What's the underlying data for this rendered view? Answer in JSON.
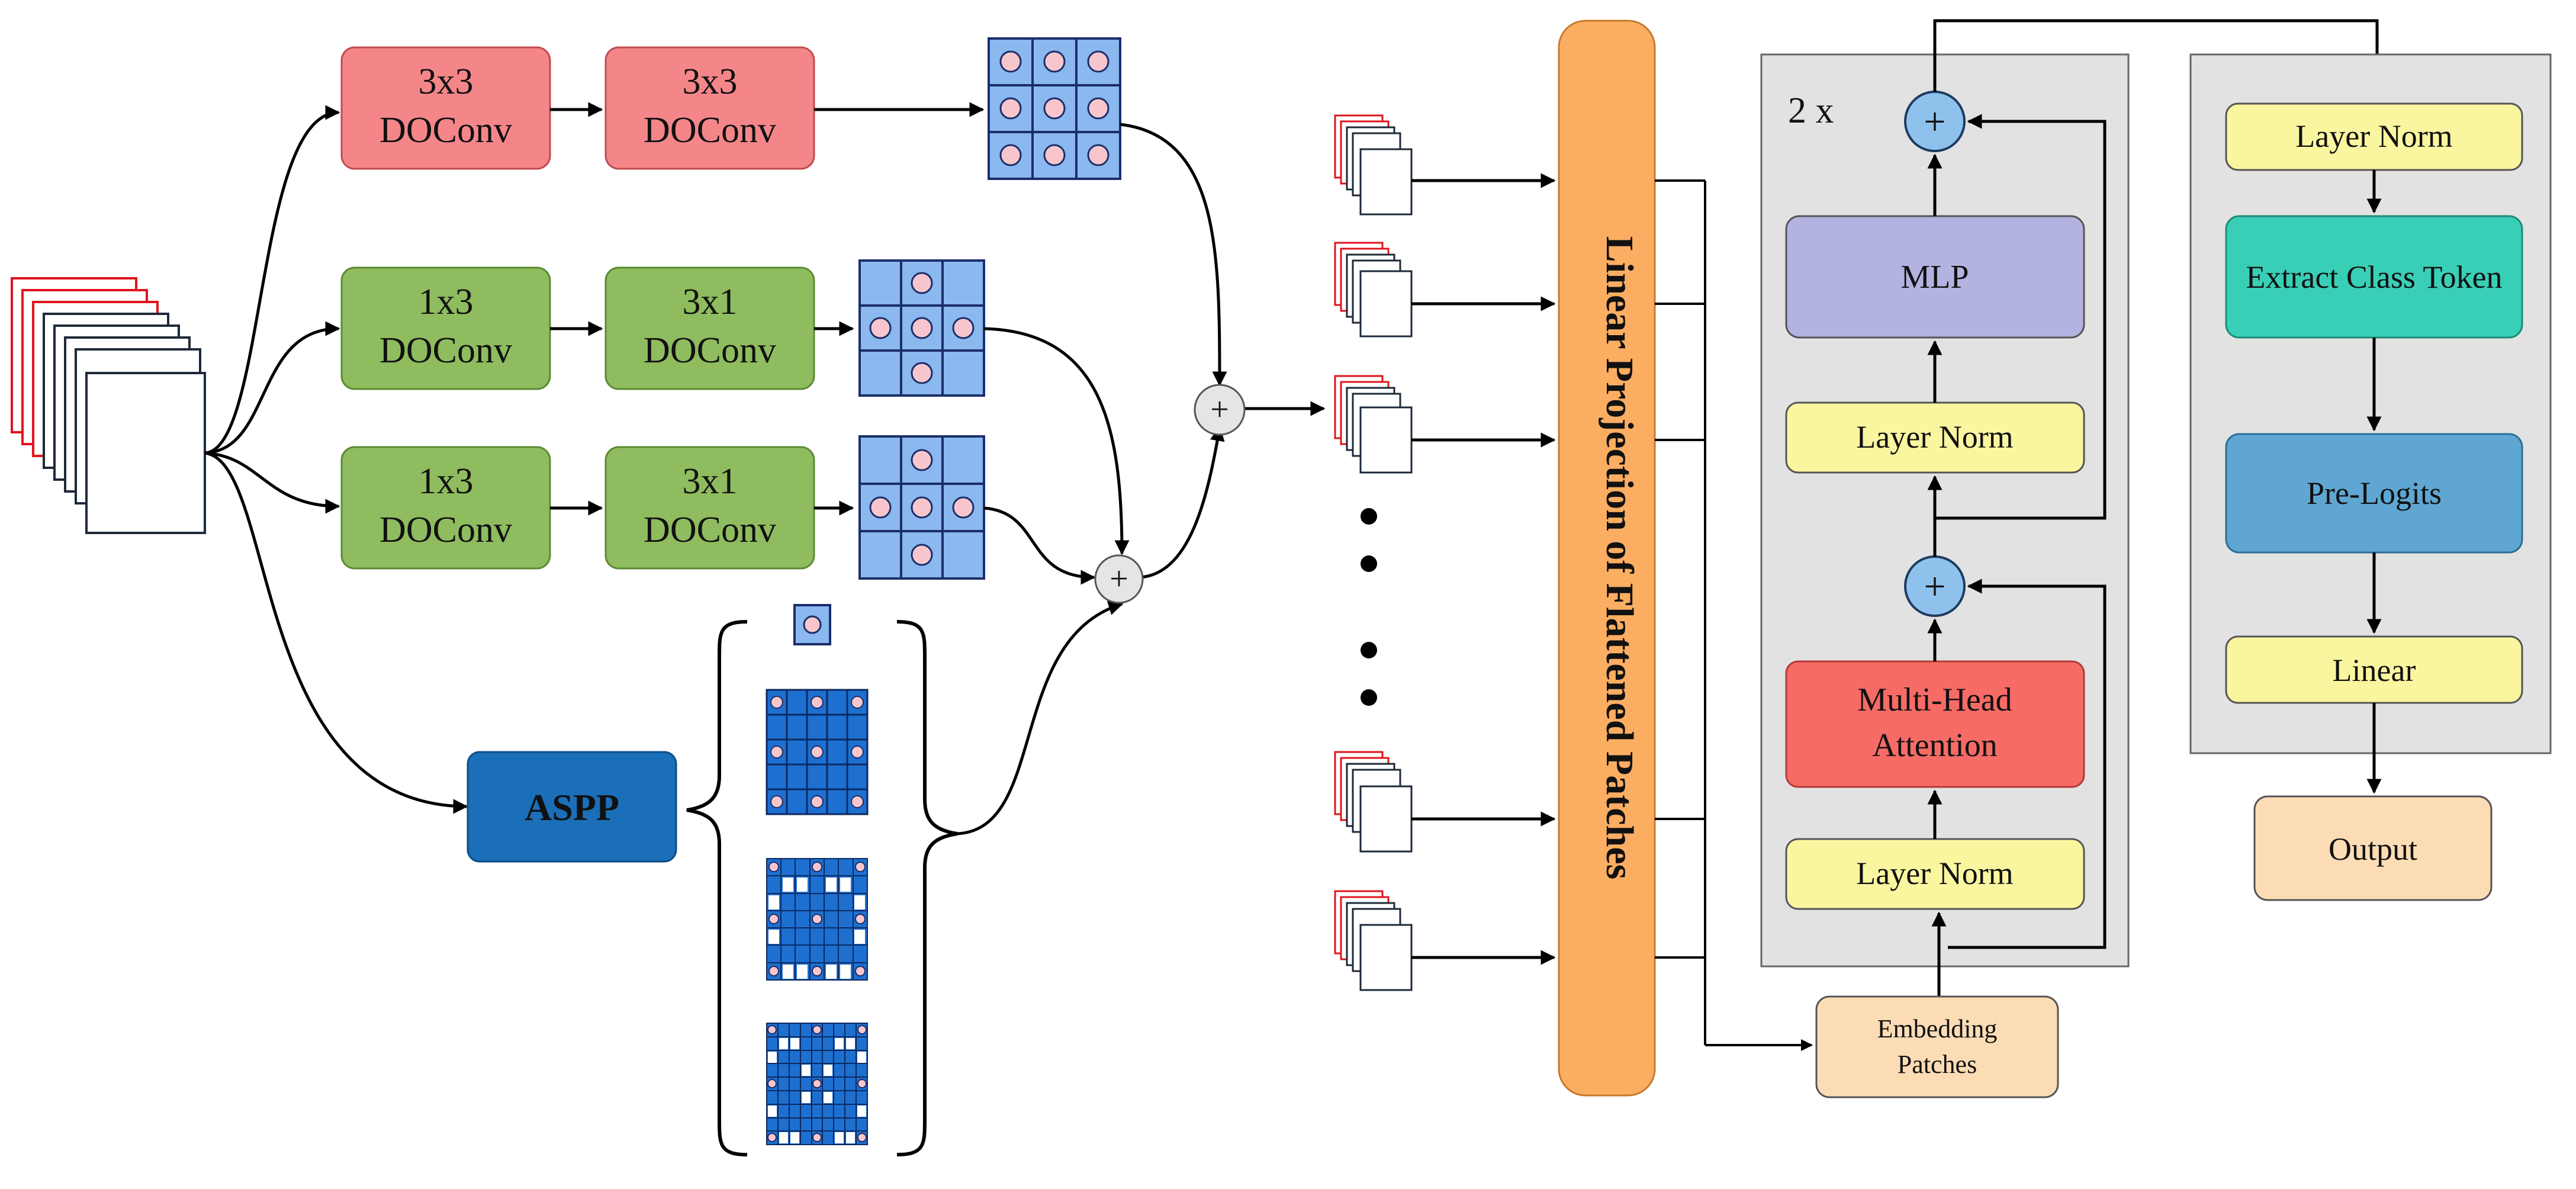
{
  "conv_branches": {
    "b1_conv1": [
      "3x3",
      "DOConv"
    ],
    "b1_conv2": [
      "3x3",
      "DOConv"
    ],
    "b2_conv1": [
      "1x3",
      "DOConv"
    ],
    "b2_conv2": [
      "3x1",
      "DOConv"
    ],
    "b3_conv1": [
      "1x3",
      "DOConv"
    ],
    "b3_conv2": [
      "3x1",
      "DOConv"
    ]
  },
  "aspp_label": "ASPP",
  "plus_symbol": "+",
  "linear_projection": "Linear Projection of Flattened Patches",
  "embedding_patches": [
    "Embedding",
    "Patches"
  ],
  "encoder": {
    "repeat": "2 x",
    "mlp": "MLP",
    "layer_norm_top": "Layer Norm",
    "attention": [
      "Multi-Head",
      "Attention"
    ],
    "layer_norm_bottom": "Layer Norm"
  },
  "head": {
    "layer_norm": "Layer Norm",
    "extract": "Extract Class Token",
    "pre_logits": "Pre-Logits",
    "linear": "Linear",
    "output": "Output"
  },
  "colors": {
    "red_box": "#f4868a",
    "green_box": "#8ebc5e",
    "aspp_box": "#1a6fb8",
    "grid_blue": "#8ab8ef",
    "orange_bar": "#fbad62",
    "yellow_box": "#faf6a0",
    "purple_box": "#b3b3e1",
    "attention_box": "#f66b66",
    "teal_box": "#39cfb6",
    "prelogits_box": "#5fa7d2",
    "peach_box": "#fbdcb4",
    "panel_gray": "#e2e2e2",
    "plus_blue": "#8ec2ec"
  }
}
